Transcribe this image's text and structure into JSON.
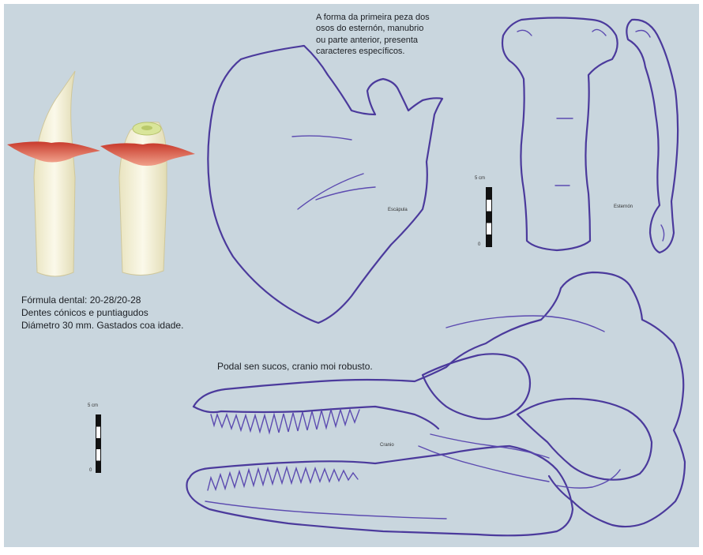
{
  "texts": {
    "sternum_note": [
      "A forma da primeira peza dos",
      "osos do esternón, manubrio",
      "ou parte anterior, presenta",
      "caracteres específicos."
    ],
    "dental_info": [
      "Fórmula dental: 20-28/20-28",
      "Dentes cónicos e puntiagudos",
      "Diámetro 30 mm. Gastados coa idade."
    ],
    "skull_note": "Podal sen sucos, cranio moi robusto.",
    "label_scapula": "Escápula",
    "label_sternum": "Esternón",
    "label_skull": "Cranio",
    "scale_top_sternum": "5 cm",
    "scale_bottom_sternum": "0",
    "scale_top_skull": "5 cm",
    "scale_bottom_skull": "0"
  },
  "colors": {
    "background": "#c9d6de",
    "bone_outline": "#4b3a9c",
    "tooth": "#f4f1d8",
    "gum": "#d8533e"
  },
  "icons": [
    "tooth-illustration",
    "worn-tooth-illustration",
    "scapula-drawing",
    "sternum-drawing",
    "sternum-side-drawing",
    "skull-drawing",
    "scale-bar"
  ]
}
